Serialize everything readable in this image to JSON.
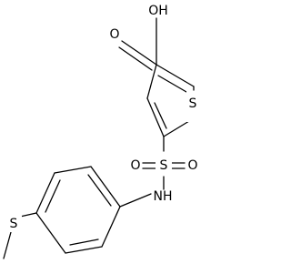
{
  "structure": {
    "atoms": {
      "hydroxyl": "OH",
      "carbonyl_oxygen": "O",
      "ring_sulfur": "S",
      "sulfonyl_sulfur": "S",
      "sulfonyl_oxygen_left": "O",
      "sulfonyl_oxygen_right": "O",
      "amine": "NH",
      "thioether_sulfur": "S"
    }
  }
}
